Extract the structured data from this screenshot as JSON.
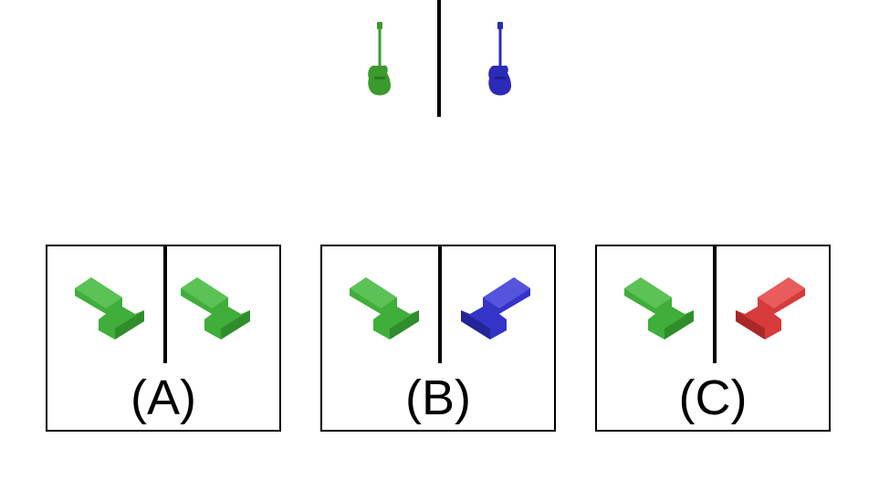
{
  "reference": {
    "left_object": {
      "icon": "bass-guitar-icon",
      "color": "#3a9a2e"
    },
    "right_object": {
      "icon": "bass-guitar-icon",
      "color": "#2b2bb8"
    }
  },
  "options": [
    {
      "label": "(A)",
      "left_color": "#3fae3a",
      "right_color": "#3fae3a",
      "right_mirrored": true
    },
    {
      "label": "(B)",
      "left_color": "#3fae3a",
      "right_color": "#3434c8",
      "right_mirrored": true
    },
    {
      "label": "(C)",
      "left_color": "#3fae3a",
      "right_color": "#d63a3a",
      "right_mirrored": true
    }
  ]
}
